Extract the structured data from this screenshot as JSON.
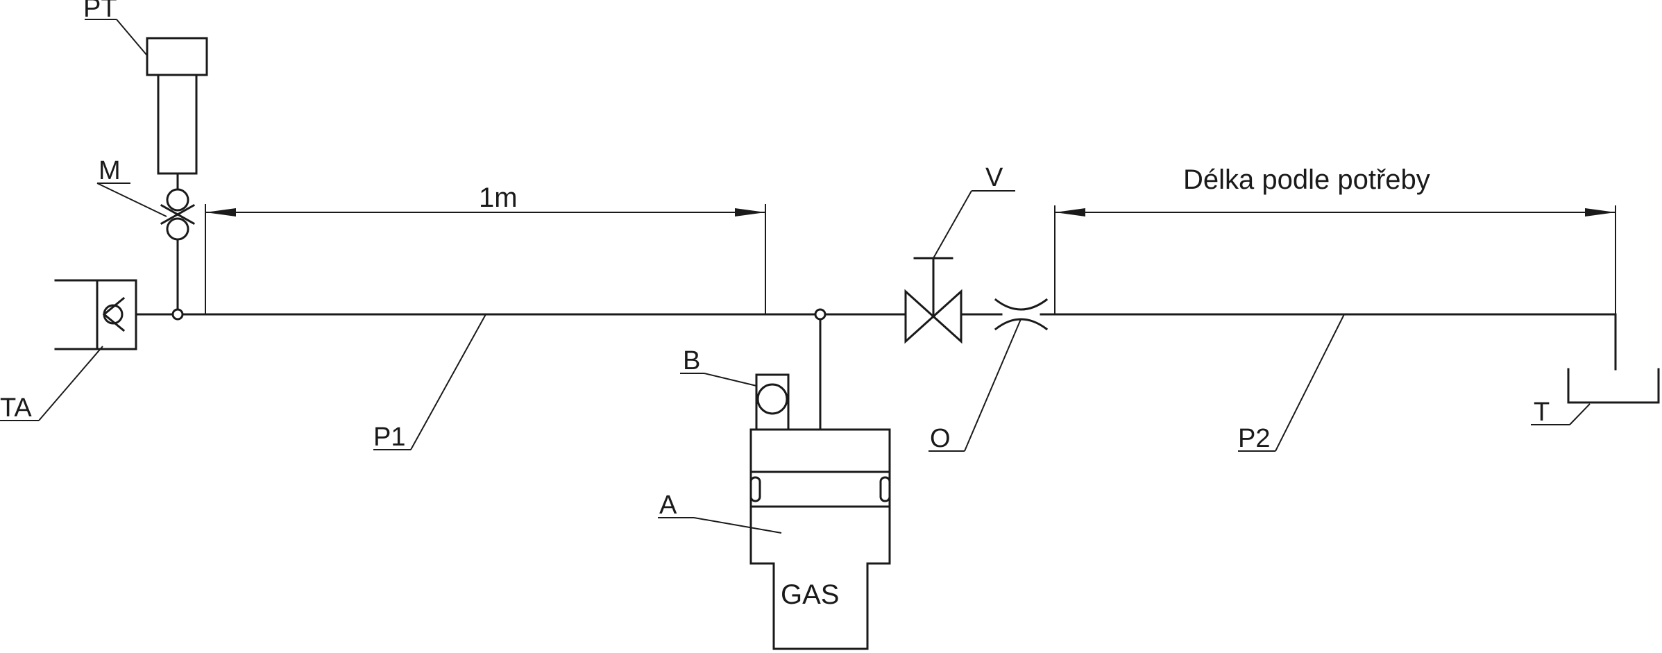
{
  "labels": {
    "PT": "PT",
    "M": "M",
    "TA": "TA",
    "P1": "P1",
    "B": "B",
    "A": "A",
    "V": "V",
    "O": "O",
    "P2": "P2",
    "T": "T",
    "gas": "GAS"
  },
  "dimensions": {
    "left": "1m",
    "right": "Délka podle potřeby"
  }
}
